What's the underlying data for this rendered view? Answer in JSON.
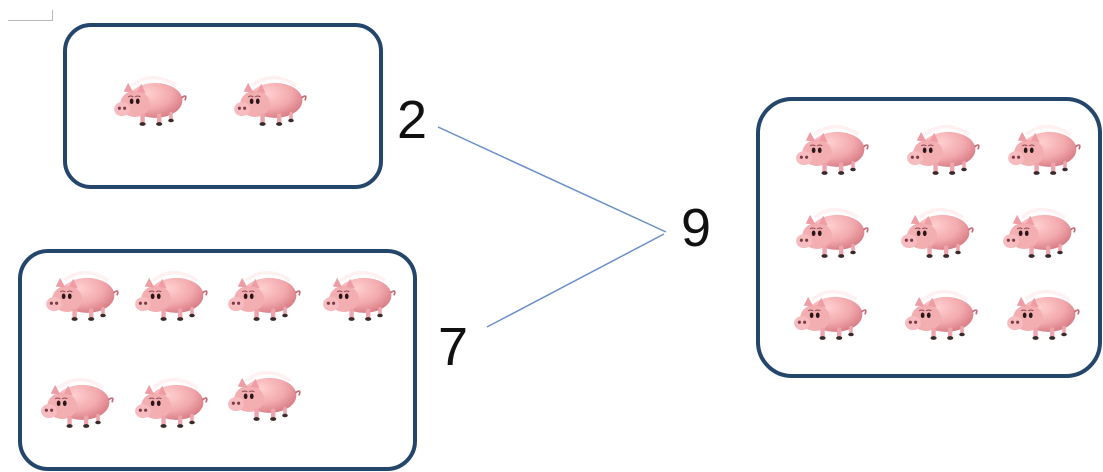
{
  "diagram": {
    "left_top_group": {
      "label": "2",
      "item_count": 2,
      "item_icon": "pig-icon"
    },
    "left_bottom_group": {
      "label": "7",
      "item_count": 7,
      "item_icon": "pig-icon"
    },
    "right_group": {
      "label": "9",
      "item_count": 9,
      "item_icon": "pig-icon"
    },
    "colors": {
      "box_border": "#24466b",
      "connector_line": "#6b90c8",
      "pig_body": "#f4aeb0",
      "pig_shadow": "#d77b84"
    }
  }
}
